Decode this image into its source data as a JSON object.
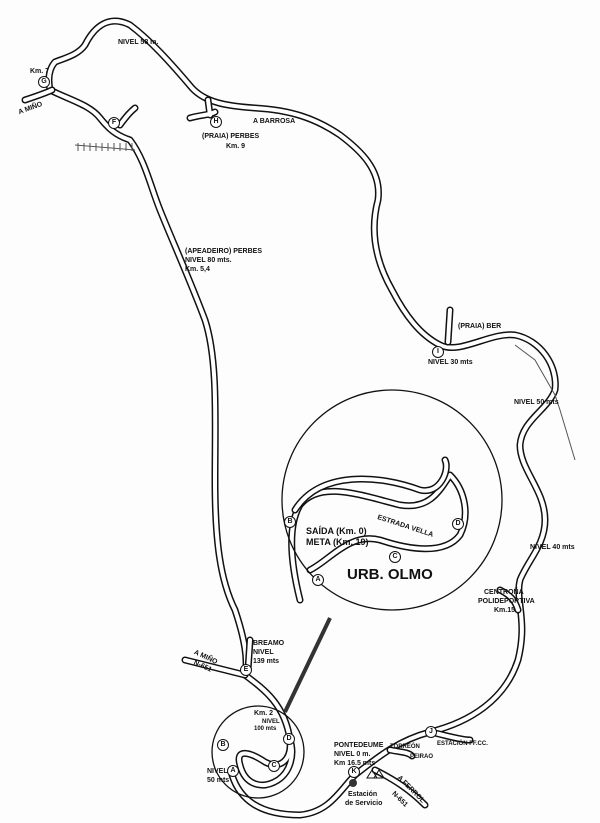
{
  "labels": {
    "nivel58": "NIVEL 58 m.",
    "km7": "Km. 7",
    "amino_top": "A MIÑO",
    "praia_perbes": "(PRAIA) PERBES",
    "km9": "Km. 9",
    "a_barrosa": "A BARROSA",
    "apeadeiro": "(APEADEIRO) PERBES",
    "nivel80": "NIVEL 80 mts.",
    "km54": "Km. 5,4",
    "praia_ber": "(PRAIA) BER",
    "nivel30": "NIVEL 30 mts",
    "nivel50_east": "NIVEL 50 mts",
    "nivel40": "NIVEL 40 mts",
    "centrona": "CENTROÑA",
    "polideportiva": "POLIDEPORTIVA",
    "km15": "Km.15",
    "estrada_vella": "ESTRADA VELLA",
    "saida": "SAÍDA (Km. 0)",
    "meta": "META (Km. 19)",
    "urb_olmo": "URB. OLMO",
    "breamo": "BREAMO",
    "breamo_nivel": "NIVEL",
    "breamo_mts": "139 mts",
    "amino_n651": "A MIÑO",
    "n651": "N-651",
    "km2": "Km. 2",
    "nivel100_a": "NIVEL",
    "nivel100_b": "100 mts",
    "nivel50_a": "NIVEL",
    "nivel50_b": "50 mts",
    "pontedeume": "PONTEDEUME",
    "nivel0": "NIVEL 0 m.",
    "km165": "Km 16.5 mts",
    "estacion_ffcc": "ESTACIÓN FF.CC.",
    "torreon": "TORREÓN",
    "peirao": "PEIRAO",
    "a_ferrol": "A FERROL",
    "n651_ferrol": "N-651",
    "estacion_servicio_1": "Estación",
    "estacion_servicio_2": "de Servicio"
  },
  "markers": [
    "A",
    "B",
    "C",
    "D",
    "E",
    "F",
    "G",
    "H",
    "I",
    "J",
    "K"
  ]
}
